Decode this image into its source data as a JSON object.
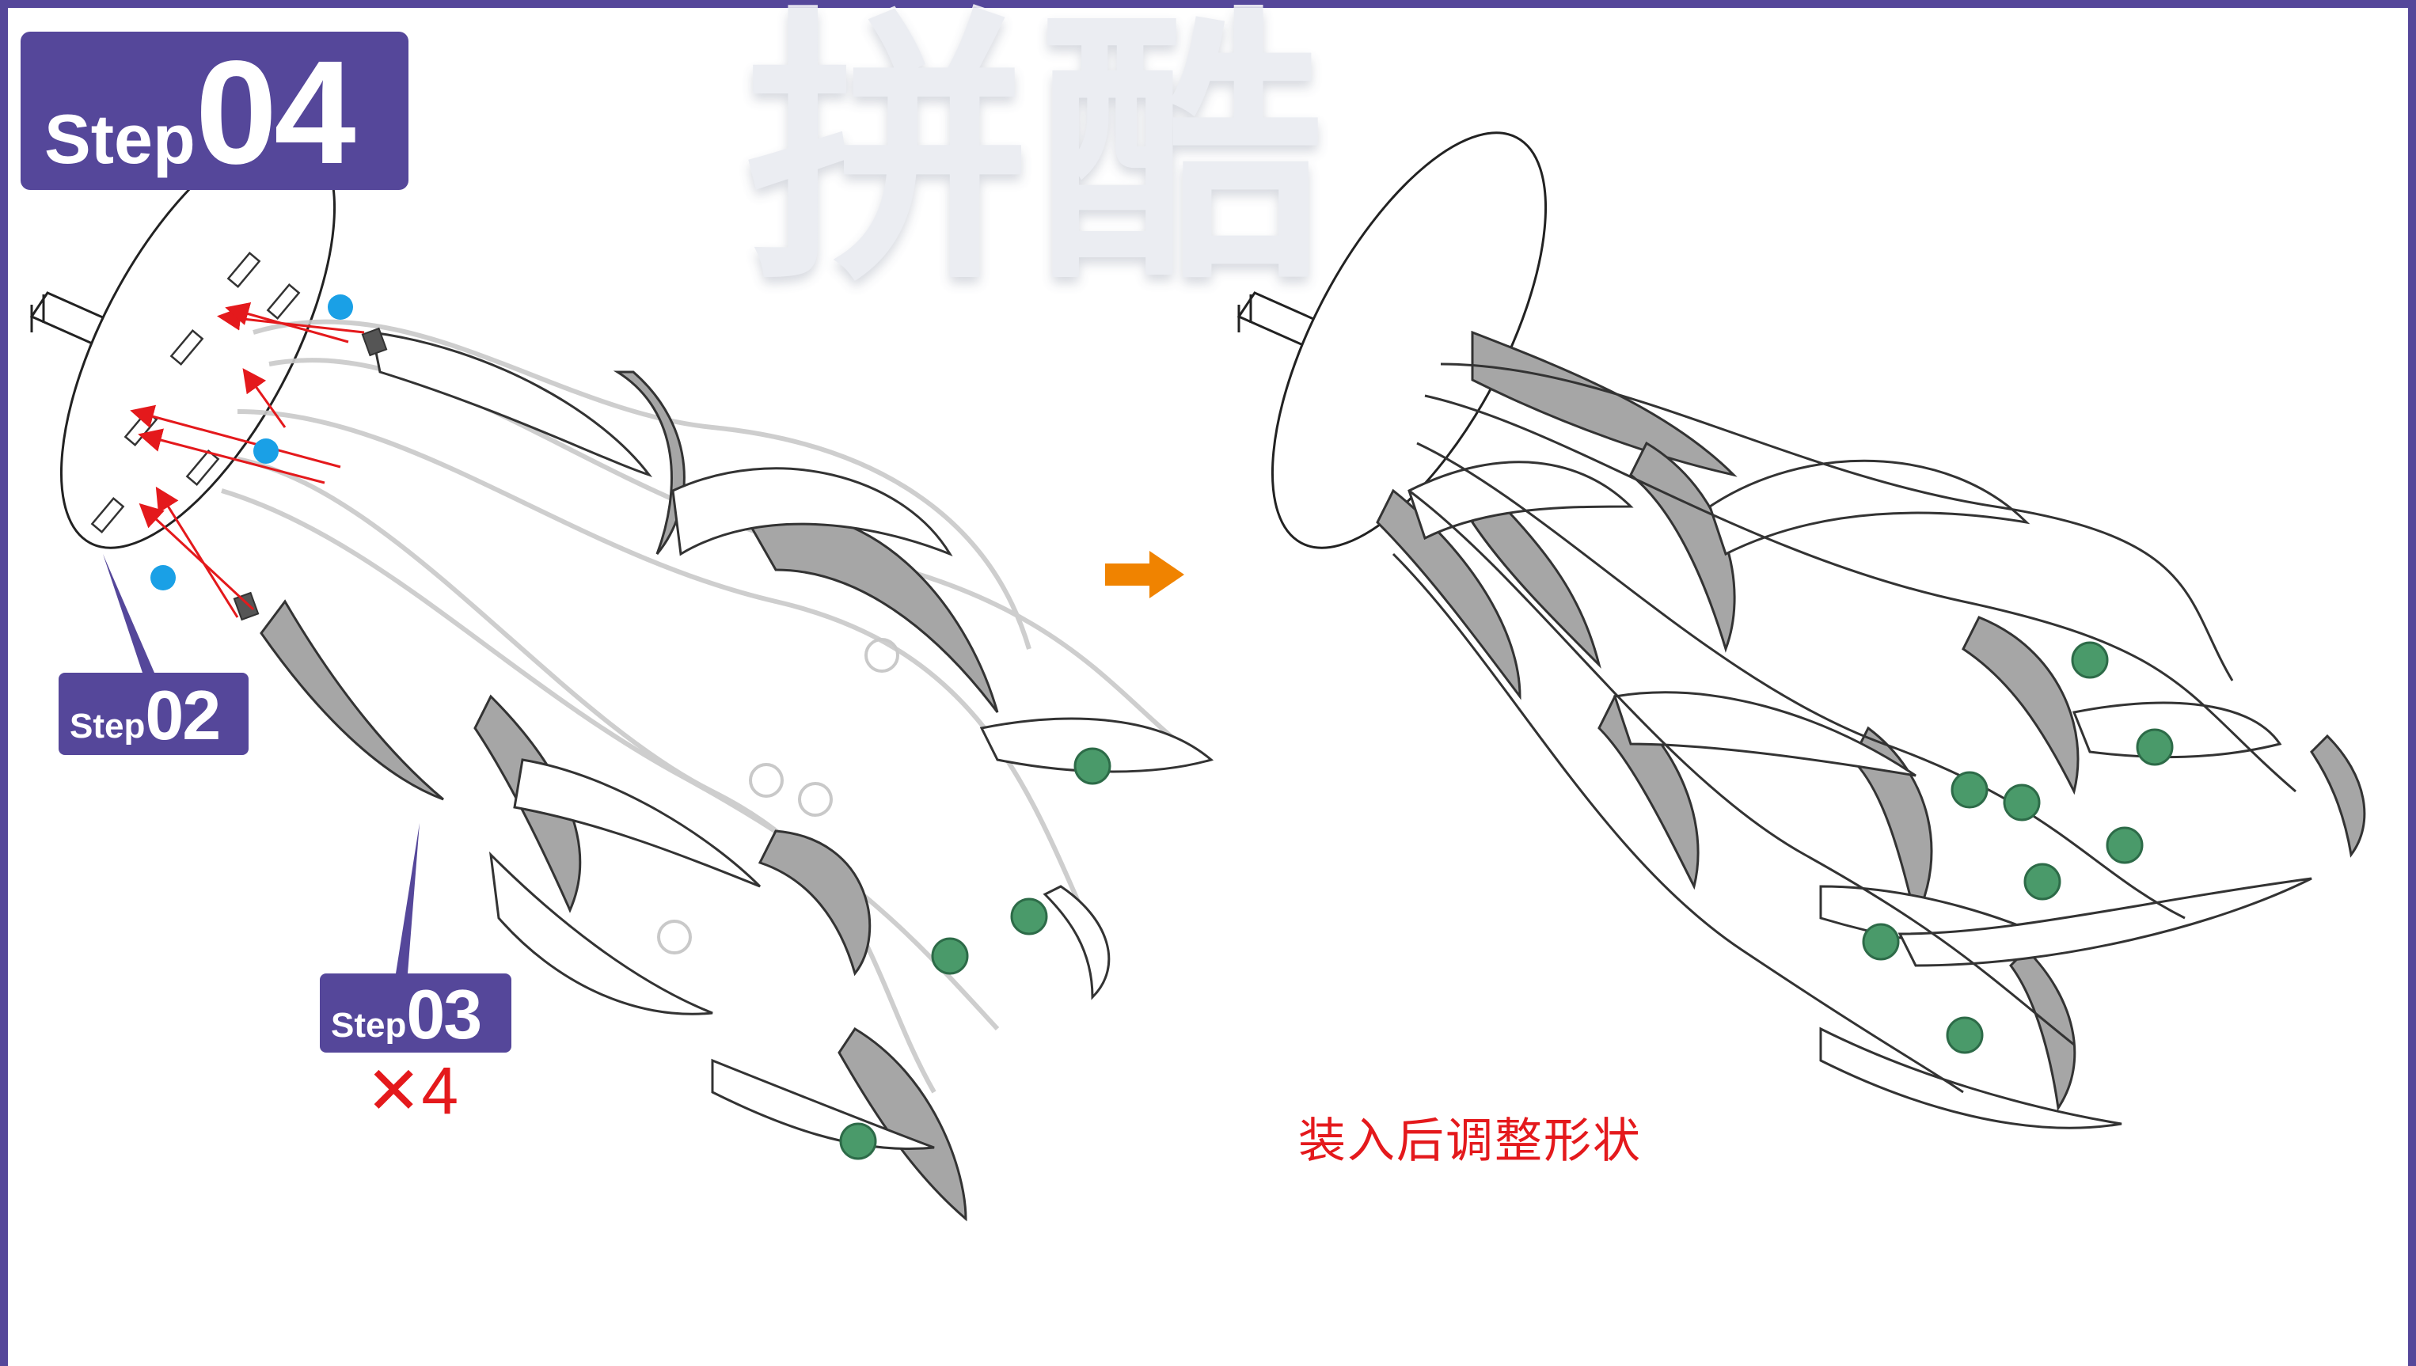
{
  "header": {
    "step_word": "Step",
    "step_number": "04"
  },
  "watermark": {
    "text": "拼酷"
  },
  "callouts": {
    "step02": {
      "word": "Step",
      "number": "02"
    },
    "step03": {
      "word": "Step",
      "number": "03"
    },
    "multiplier": "✕4"
  },
  "note": "装入后调整形状",
  "colors": {
    "brand": "#55479a",
    "arrow_red": "#e4191c",
    "arrow_orange": "#f08300",
    "marker_green": "#4a9a6a",
    "marker_blue": "#1aa0e6",
    "ribbon_gray": "#a6a6a6"
  },
  "icons": {
    "transition": "right-arrow-icon",
    "marker": "green-dot-icon",
    "hole_marker": "blue-dot-icon"
  }
}
